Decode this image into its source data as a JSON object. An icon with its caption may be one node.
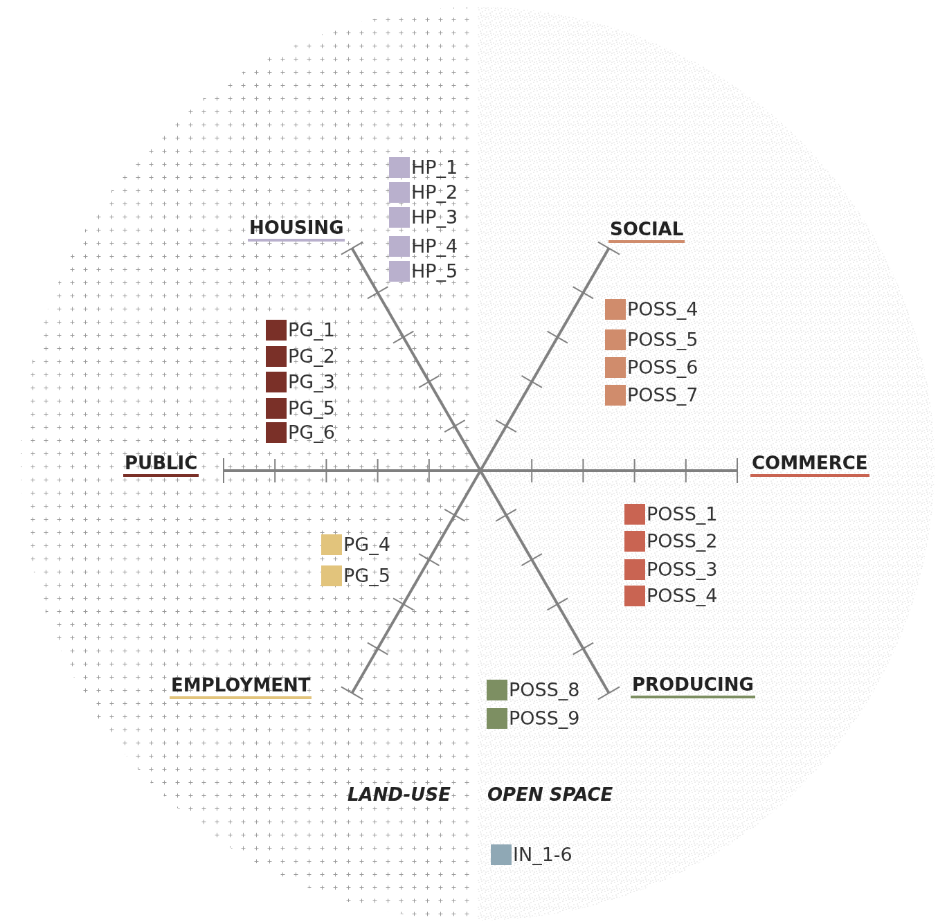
{
  "diagram": {
    "labels": [
      "HOUSING",
      "SOCIAL",
      "PUBLIC",
      "COMMERCE",
      "EMPLOYMENT",
      "PRODUCING",
      "LAND-USE",
      "OPEN SPACE"
    ],
    "legend": [
      {
        "text": "HP_1",
        "color": "#b9b0cd"
      },
      {
        "text": "HP_2",
        "color": "#b9b0cd"
      },
      {
        "text": "HP_3",
        "color": "#b9b0cd"
      },
      {
        "text": "HP_4",
        "color": "#b9b0cd"
      },
      {
        "text": "HP_5",
        "color": "#b9b0cd"
      },
      {
        "text": "PG_1",
        "color": "#7a3028"
      },
      {
        "text": "PG_2",
        "color": "#7a3028"
      },
      {
        "text": "PG_3",
        "color": "#7a3028"
      },
      {
        "text": "PG_5",
        "color": "#7a3028"
      },
      {
        "text": "PG_6",
        "color": "#7a3028"
      },
      {
        "text": "POSS_4",
        "color": "#d08c6c"
      },
      {
        "text": "POSS_5",
        "color": "#d08c6c"
      },
      {
        "text": "POSS_6",
        "color": "#d08c6c"
      },
      {
        "text": "POSS_7",
        "color": "#d08c6c"
      },
      {
        "text": "POSS_1",
        "color": "#c96452"
      },
      {
        "text": "POSS_2",
        "color": "#c96452"
      },
      {
        "text": "POSS_3",
        "color": "#c96452"
      },
      {
        "text": "POSS_4",
        "color": "#c96452"
      },
      {
        "text": "PG_4",
        "color": "#e2c47c"
      },
      {
        "text": "PG_5",
        "color": "#e2c47c"
      },
      {
        "text": "POSS_8",
        "color": "#7d8f62"
      },
      {
        "text": "POSS_9",
        "color": "#7d8f62"
      },
      {
        "text": "IN_1-6",
        "color": "#8fa8b5"
      }
    ]
  }
}
